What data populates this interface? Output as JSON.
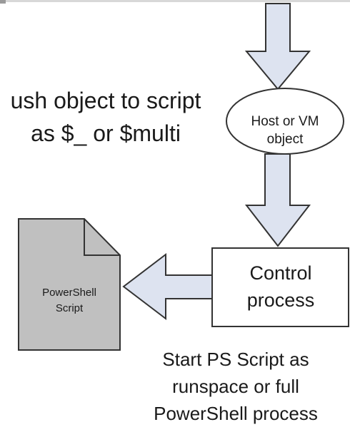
{
  "push_label": {
    "line1": "ush object to script",
    "line2": "as $_ or $multi"
  },
  "host_object": {
    "line1": "Host or VM",
    "line2": "object"
  },
  "control_process": {
    "line1": "Control",
    "line2": "process"
  },
  "powershell_script": {
    "line1": "PowerShell",
    "line2": "Script"
  },
  "start_label": {
    "line1": "Start PS Script as",
    "line2": "runspace or full",
    "line3": "PowerShell process"
  },
  "colors": {
    "arrow_fill": "#dde3f0",
    "arrow_stroke": "#333333",
    "document_fill": "#c0c0c0",
    "box_fill": "#ffffff",
    "text": "#1a1a1a"
  }
}
